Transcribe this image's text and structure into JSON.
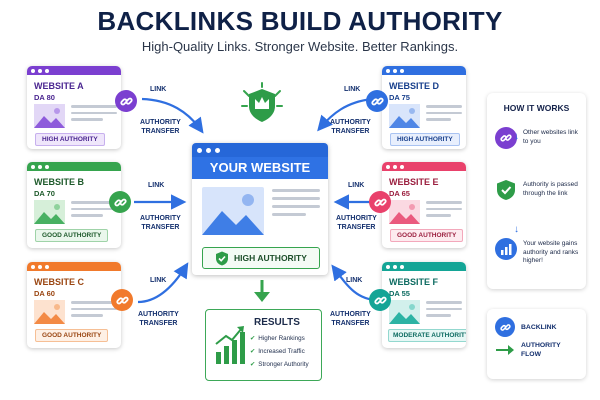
{
  "header": {
    "title": "BACKLINKS BUILD AUTHORITY",
    "subtitle": "High-Quality Links. Stronger Website. Better Rankings."
  },
  "colors": {
    "primary_blue": "#2f72e4",
    "green": "#36a44e",
    "purple": "#7b3fd0",
    "orange": "#f17a2c",
    "pink": "#e9416b",
    "teal": "#14a596",
    "navy": "#0f2147"
  },
  "websites": [
    {
      "name": "WEBSITE A",
      "da": "DA 80",
      "badge": "HIGH AUTHORITY",
      "color": "#7b3fd0",
      "icon": "link-icon"
    },
    {
      "name": "WEBSITE B",
      "da": "DA 70",
      "badge": "GOOD AUTHORITY",
      "color": "#36a44e",
      "icon": "link-icon"
    },
    {
      "name": "WEBSITE C",
      "da": "DA 60",
      "badge": "GOOD AUTHORITY",
      "color": "#f17a2c",
      "icon": "link-icon"
    },
    {
      "name": "WEBSITE D",
      "da": "DA 75",
      "badge": "HIGH AUTHORITY",
      "color": "#2f6fe0",
      "icon": "link-icon"
    },
    {
      "name": "WEBSITE E",
      "da": "DA 65",
      "badge": "GOOD AUTHORITY",
      "color": "#e9416b",
      "icon": "link-icon"
    },
    {
      "name": "WEBSITE F",
      "da": "DA 55",
      "badge": "MODERATE AUTHORITY",
      "color": "#14a596",
      "icon": "link-icon"
    }
  ],
  "flow_labels": {
    "link": "LINK",
    "authority_transfer": "AUTHORITY\nTRANSFER"
  },
  "main_site": {
    "title": "YOUR WEBSITE",
    "badge": "HIGH AUTHORITY",
    "icons": [
      "crown-shield-icon",
      "shield-check-icon",
      "image-icon"
    ]
  },
  "results": {
    "title": "RESULTS",
    "items": [
      "Higher Rankings",
      "Increased Traffic",
      "Stronger Authority"
    ],
    "icon": "growth-chart-icon"
  },
  "how_it_works": {
    "title": "HOW IT WORKS",
    "steps": [
      {
        "text": "Other websites link to you",
        "icon": "link-icon",
        "color": "#7b3fd0"
      },
      {
        "text": "Authority is passed through the link",
        "icon": "shield-icon",
        "color": "#36a44e"
      },
      {
        "text": "Your website gains authority and ranks higher!",
        "icon": "bar-chart-icon",
        "color": "#2f6fe0"
      }
    ]
  },
  "legend": {
    "items": [
      {
        "label": "BACKLINK",
        "icon": "link-icon"
      },
      {
        "label": "AUTHORITY\nFLOW",
        "icon": "arrow-right-icon"
      }
    ]
  }
}
